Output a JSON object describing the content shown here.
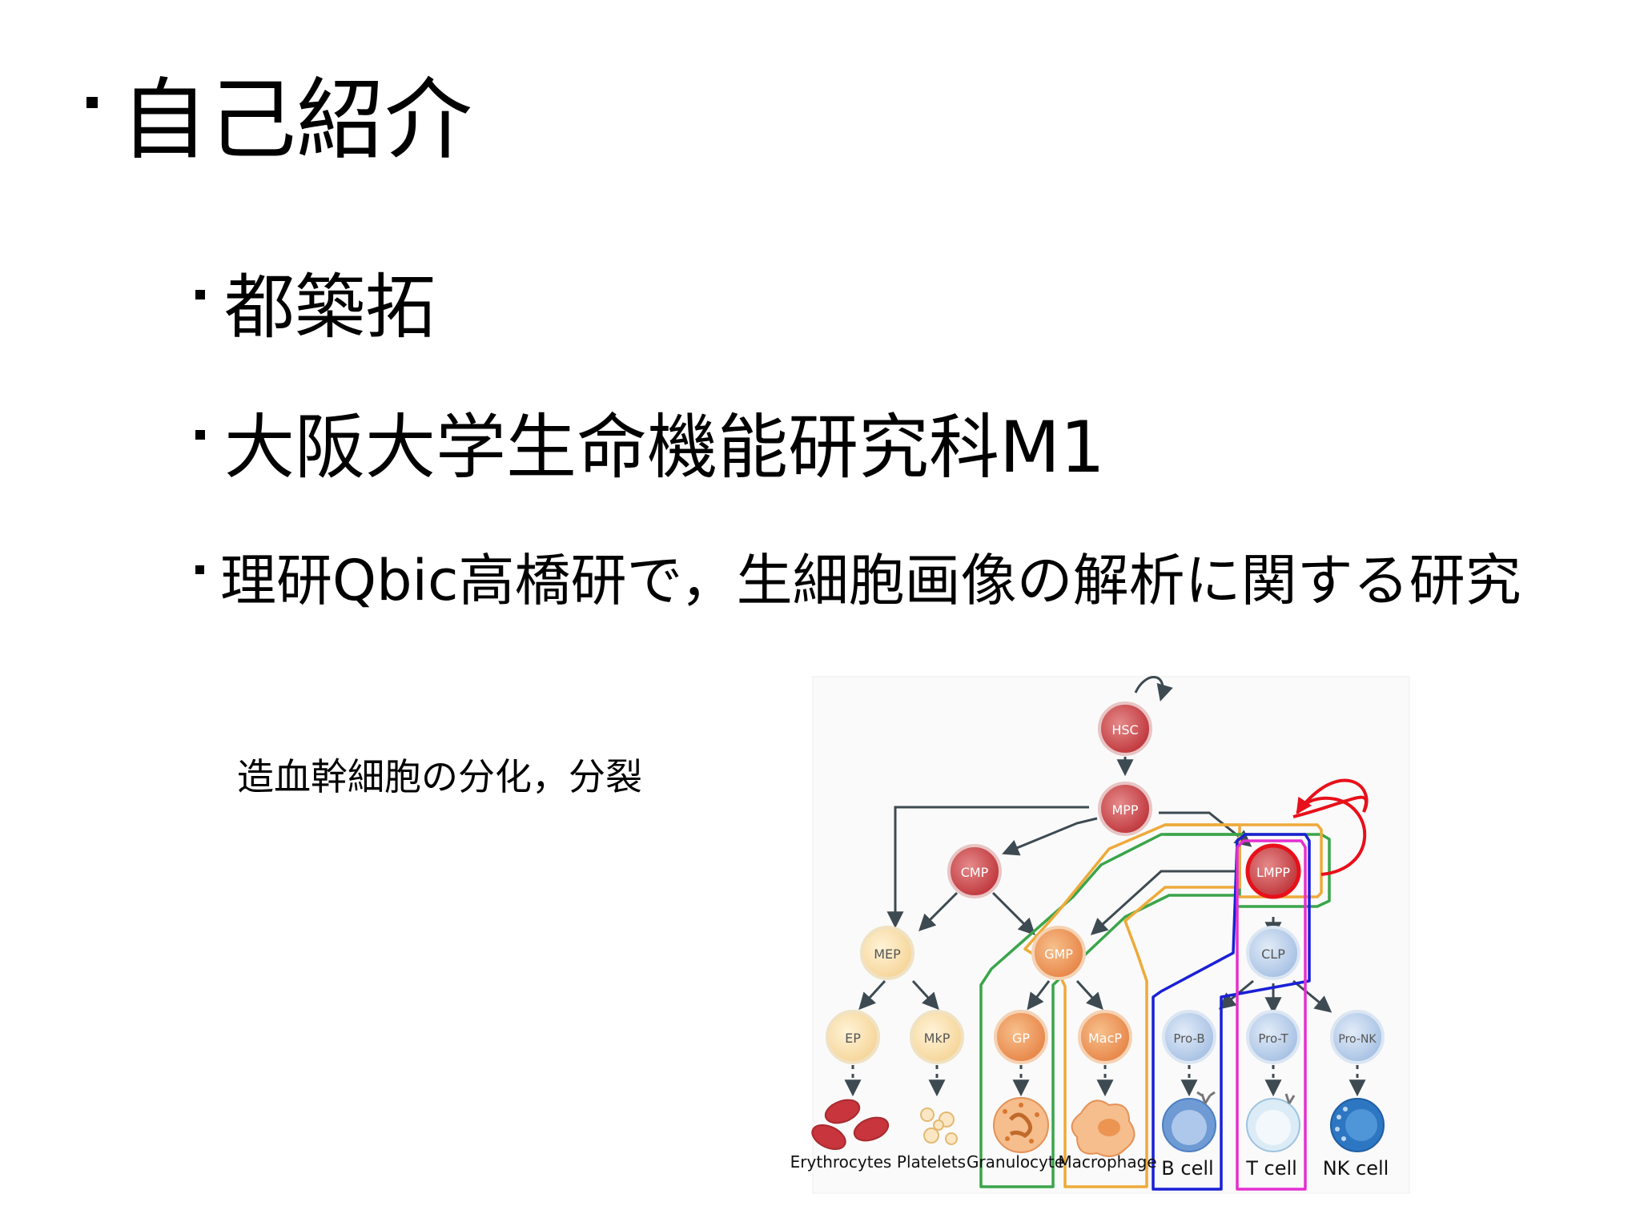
{
  "slide": {
    "title": "自己紹介",
    "items": [
      "都築拓",
      "大阪大学生命機能研究科M1",
      "理研Qbic高橋研で，生細胞画像の解析に関する研究"
    ],
    "figure_caption": "造血幹細胞の分化，分裂"
  },
  "diagram": {
    "progenitors": {
      "hsc": "HSC",
      "mpp": "MPP",
      "cmp": "CMP",
      "lmpp": "LMPP",
      "mep": "MEP",
      "gmp": "GMP",
      "clp": "CLP",
      "ep": "EP",
      "mkp": "MkP",
      "gp": "GP",
      "macp": "MacP",
      "prob": "Pro-B",
      "prot": "Pro-T",
      "pronk": "Pro-NK"
    },
    "mature_cells": {
      "erythrocytes": "Erythrocytes",
      "platelets": "Platelets",
      "granulocyte": "Granulocyte",
      "macrophage": "Macrophage",
      "bcell": "B cell",
      "tcell": "T cell",
      "nkcell": "NK cell"
    },
    "colors": {
      "stem": "#c9474a",
      "myeloid_early": "#f5d69a",
      "myeloid": "#ec9553",
      "lymphoid": "#a9c3e6",
      "highlight_red": "#e8101a",
      "green_outline": "#3aa54a",
      "orange_outline": "#eeaa3a",
      "blue_outline": "#1a20d6",
      "magenta_outline": "#e42fd0"
    }
  }
}
